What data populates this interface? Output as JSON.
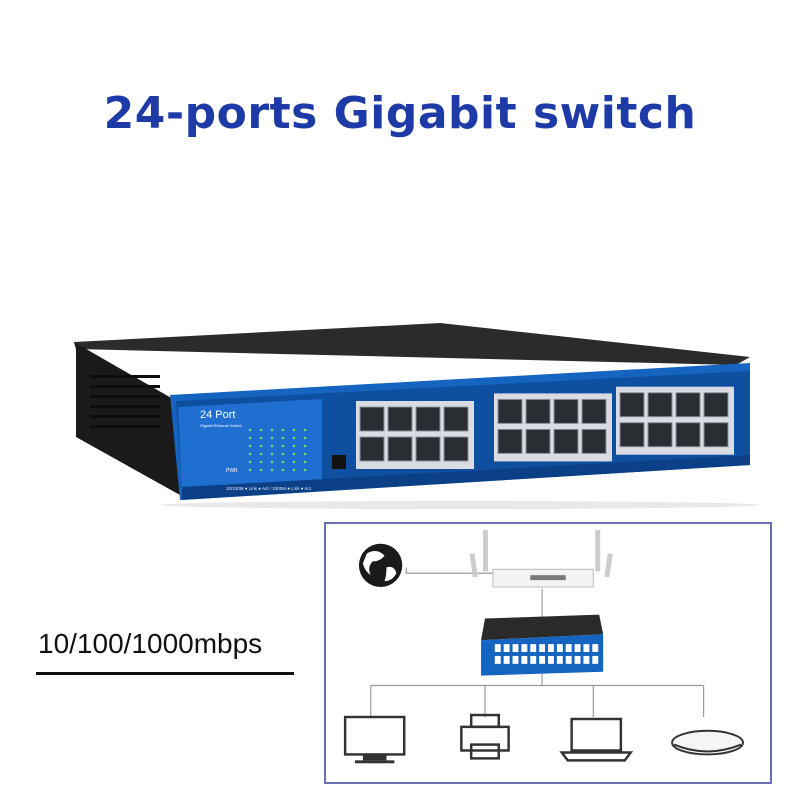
{
  "title": "24-ports Gigabit switch",
  "speed_label": "10/100/1000mbps",
  "switch": {
    "model_label": "24 Port",
    "model_sublabel": "Gigabit Ethernet Switch",
    "pwr_label": "PWR",
    "legend_text": "10/100M ● Link  ● Act / 1000M ● Link  ● Act",
    "brand_color": "#1565c0",
    "body_color": "#1a1a1a"
  },
  "colors": {
    "title": "#1d3aa6",
    "frame": "#6b6fb8"
  },
  "icons": [
    "globe-icon",
    "router-icon",
    "switch-icon",
    "desktop-icon",
    "printer-icon",
    "laptop-icon",
    "access-point-icon"
  ]
}
